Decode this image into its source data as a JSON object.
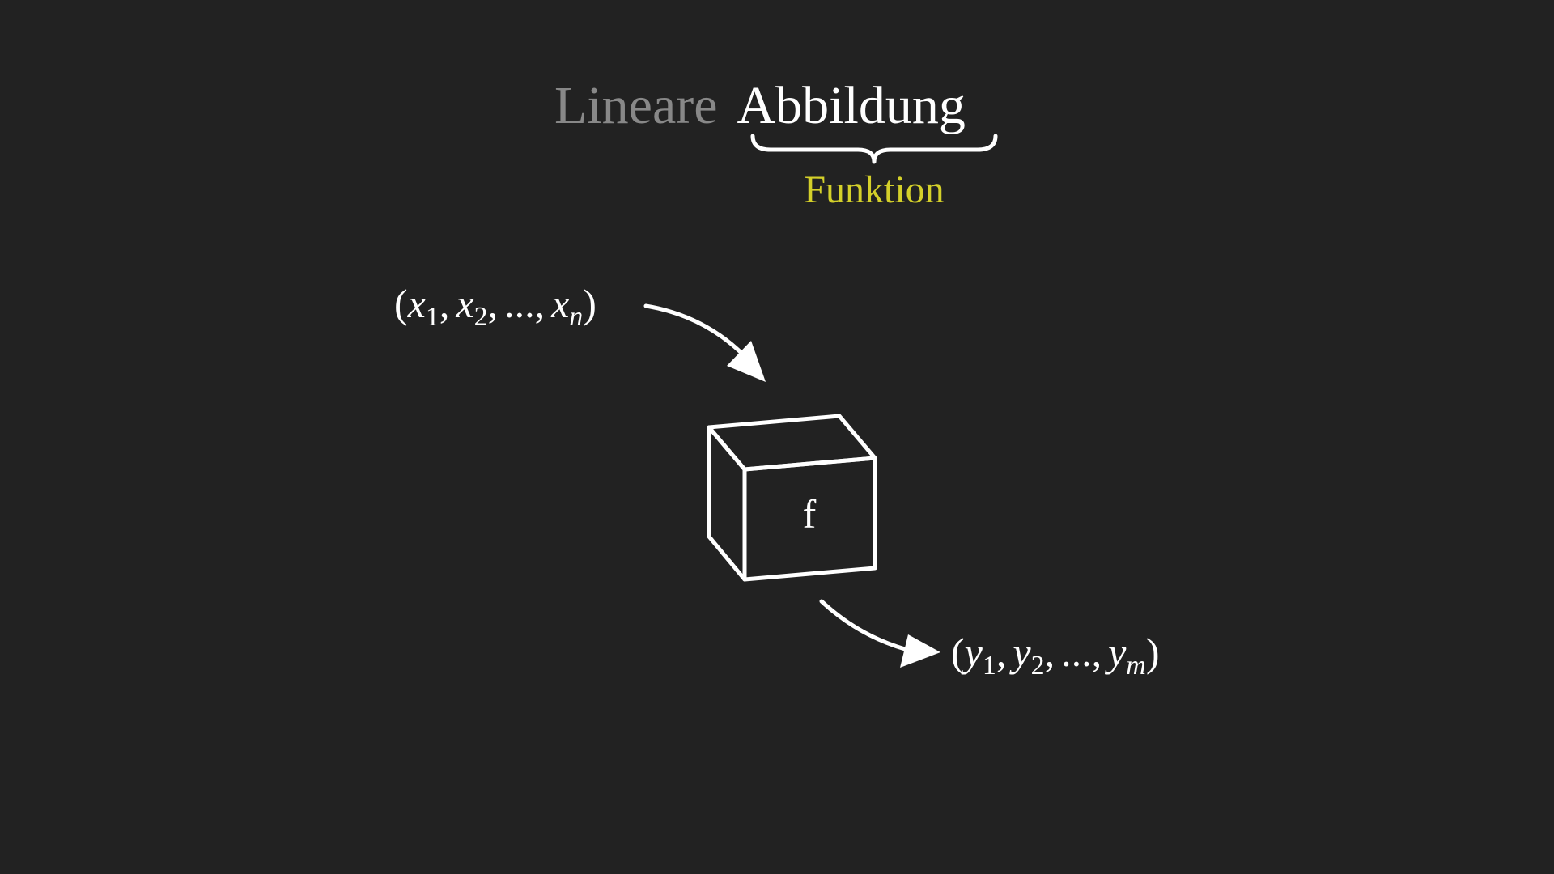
{
  "title": {
    "word1": "Lineare",
    "word2": "Abbildung",
    "brace_label": "Funktion"
  },
  "input_tuple": {
    "open": "(",
    "var": "x",
    "subs": [
      "1",
      "2",
      "n"
    ],
    "ellipsis": "...",
    "comma": ",",
    "close": ")"
  },
  "output_tuple": {
    "open": "(",
    "var": "y",
    "subs": [
      "1",
      "2",
      "m"
    ],
    "ellipsis": "...",
    "comma": ",",
    "close": ")"
  },
  "box": {
    "label": "f"
  },
  "colors": {
    "background": "#222222",
    "title_dim": "#888888",
    "title_bright": "#ffffff",
    "accent_yellow": "#d4d02a",
    "stroke": "#ffffff"
  }
}
